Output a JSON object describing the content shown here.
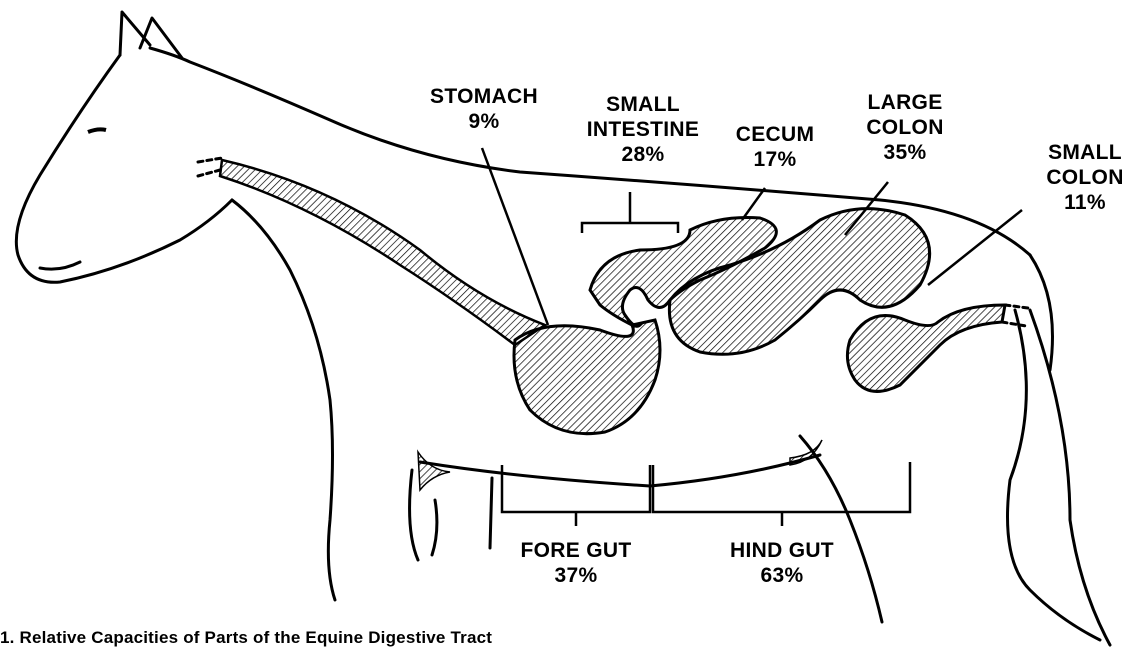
{
  "labels": {
    "stomach": {
      "name": "STOMACH",
      "pct": "9%"
    },
    "small_intestine": {
      "name1": "SMALL",
      "name2": "INTESTINE",
      "pct": "28%"
    },
    "cecum": {
      "name": "CECUM",
      "pct": "17%"
    },
    "large_colon": {
      "name1": "LARGE",
      "name2": "COLON",
      "pct": "35%"
    },
    "small_colon": {
      "name1": "SMALL",
      "name2": "COLON",
      "pct": "11%"
    },
    "fore_gut": {
      "name": "FORE GUT",
      "pct": "37%"
    },
    "hind_gut": {
      "name": "HIND GUT",
      "pct": "63%"
    }
  },
  "caption": "1. Relative Capacities of Parts of the Equine Digestive Tract"
}
